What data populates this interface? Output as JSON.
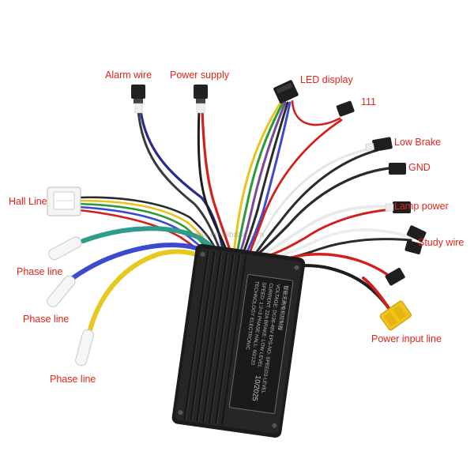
{
  "labels": {
    "alarm_wire": "Alarm wire",
    "power_supply": "Power supply",
    "led_display": "LED display",
    "wire_111": "111",
    "low_brake": "Low Brake",
    "gnd": "GND",
    "lamp_power": "Lamp power",
    "study_wire": "Study wire",
    "hall_line": "Hall Line",
    "phase_line_1": "Phase line",
    "phase_line_2": "Phase line",
    "phase_line_3": "Phase line",
    "power_input_line": "Power input line"
  },
  "controller": {
    "model_line": "智能无刷电机控制器",
    "voltage": "VOLTAGE: DC36-48V  EPS-NO: SPEED3-LEVEL",
    "current": "CURRENT: 22A  BRAKE: LOW LEVEL",
    "speed": "SPEED: 1:2=3 PHASE  HALL: 60/120",
    "factory": "TECHNOLOGY ELECTRONIC",
    "date": "10/2025"
  },
  "watermark": "szbaijia.en.alibaba.com",
  "colors": {
    "label_red": "#e2231a",
    "controller_body": "#1c1c1c",
    "phase_green": "#2c9c8c",
    "phase_blue": "#3b4bd1",
    "phase_yellow": "#e6c81e"
  }
}
